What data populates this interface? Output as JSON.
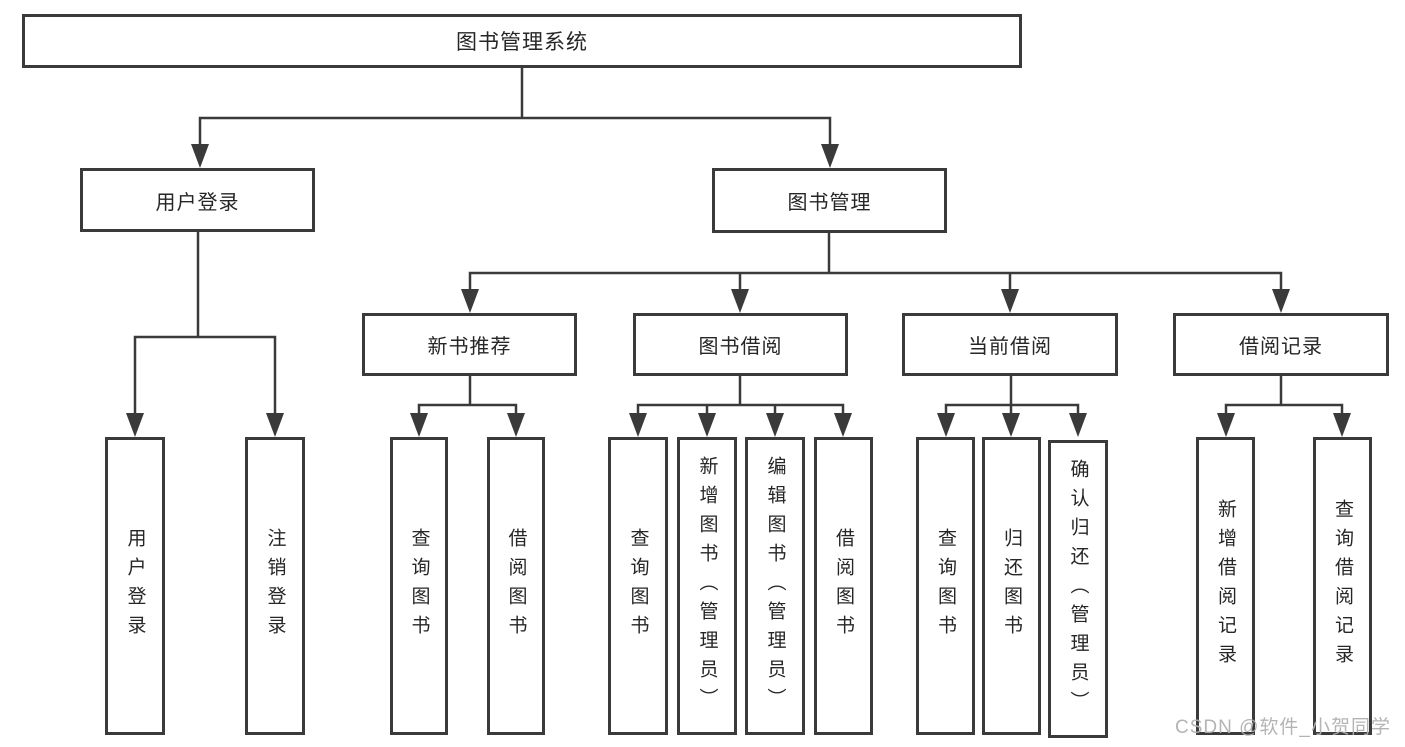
{
  "tree": {
    "root": "图书管理系统",
    "branches": [
      {
        "label": "用户登录",
        "children": [
          "用户登录",
          "注销登录"
        ]
      },
      {
        "label": "图书管理",
        "groups": [
          {
            "label": "新书推荐",
            "children": [
              "查询图书",
              "借阅图书"
            ]
          },
          {
            "label": "图书借阅",
            "children": [
              "查询图书",
              "新增图书（管理员）",
              "编辑图书（管理员）",
              "借阅图书"
            ]
          },
          {
            "label": "当前借阅",
            "children": [
              "查询图书",
              "归还图书",
              "确认归还（管理员）"
            ]
          },
          {
            "label": "借阅记录",
            "children": [
              "新增借阅记录",
              "查询借阅记录"
            ]
          }
        ]
      }
    ]
  },
  "watermark": "CSDN @软件_小贺同学",
  "colors": {
    "line": "#3a3a3a",
    "border": "#3a3a3a",
    "text": "#262626",
    "box_background": "#ffffff",
    "watermark": "#b0b0b0",
    "page_background": "#ffffff"
  }
}
